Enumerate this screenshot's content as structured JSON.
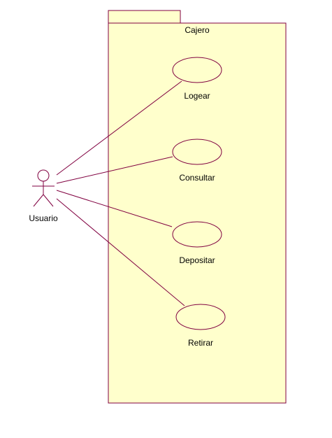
{
  "colors": {
    "background": "#ffffff",
    "package_fill": "#ffffcc",
    "line": "#800040",
    "text": "#000000"
  },
  "package": {
    "name": "Cajero"
  },
  "actor": {
    "name": "Usuario",
    "icon": "stick-figure-actor-icon"
  },
  "use_cases": [
    {
      "name": "Logear"
    },
    {
      "name": "Consultar"
    },
    {
      "name": "Depositar"
    },
    {
      "name": "Retirar"
    }
  ]
}
